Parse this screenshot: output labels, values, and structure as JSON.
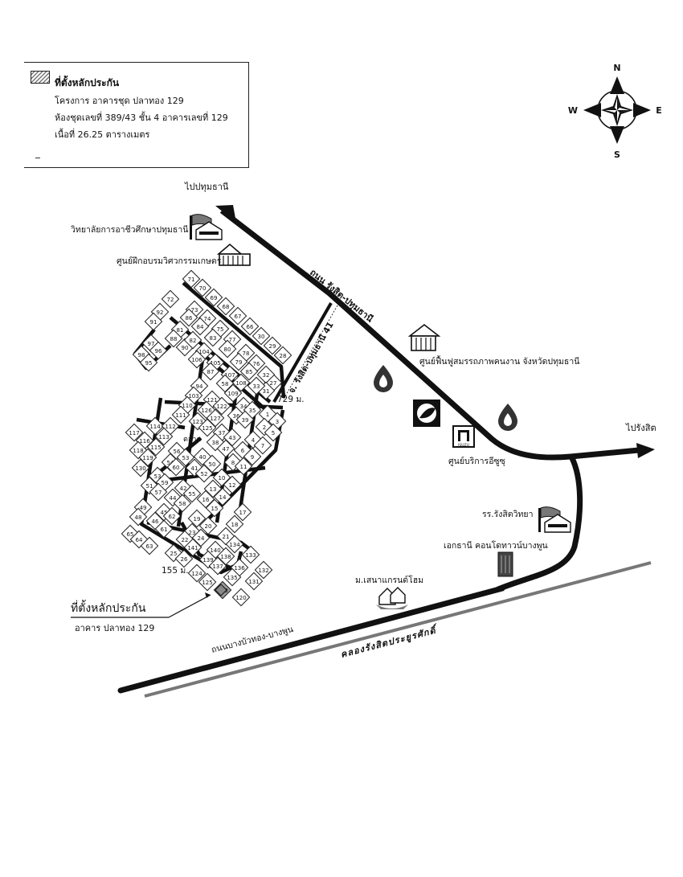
{
  "legend": {
    "title": "ที่ตั้งหลักประกัน",
    "line1": "โครงการ อาคารชุด ปลาทอง 129",
    "line2": "ห้องชุดเลขที่ 389/43 ชั้น 4  อาคารเลขที่ 129",
    "line3": "เนื้อที่ 26.25 ตารางเมตร"
  },
  "compass": {
    "n": "N",
    "s": "S",
    "e": "E",
    "w": "W"
  },
  "roads": {
    "to_pathum": "ไปปทุมธานี",
    "to_rangsit": "ไปรังสิต",
    "rangsit_pathum": "ถนน รังสิต-ปทุมธานี",
    "soi": "จ. รังสิต-ปทุมธานี 41",
    "bangbuathong": "ถนนบางบัวทอง-บางพูน",
    "canal": "คลองรังสิตประยูรศักดิ์"
  },
  "distances": {
    "d1": "729 ม.",
    "d2": "155 ม."
  },
  "places": {
    "college": "วิทยาลัยการอาชีวศึกษาปทุมธานี",
    "training": "ศูนย์ฝึกอบรมวิศวกรรมเกษตร",
    "rehab": "ศูนย์ฟื้นฟูสมรรถภาพคนงาน จังหวัดปทุมธานี",
    "isuzu": "ศูนย์บริการอีซูซุ",
    "isuzu_sign": "ISUZU",
    "school": "รร.รังสิตวิทยา",
    "condo": "เอกธานี คอนโดทาวน์บางพูน",
    "village": "ม.เสนาแกรนด์โฮม",
    "market": "ตลาด"
  },
  "collateral": {
    "title": "ที่ตั้งหลักประกัน",
    "subtitle": "อาคาร ปลาทอง 129"
  }
}
